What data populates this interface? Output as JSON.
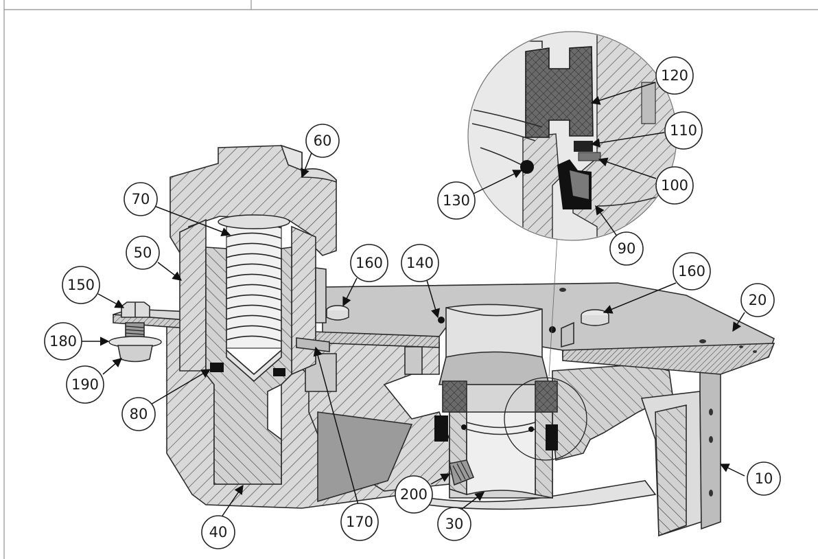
{
  "diagram": {
    "callouts": [
      {
        "id": "c60",
        "label": "60"
      },
      {
        "id": "c70",
        "label": "70"
      },
      {
        "id": "c50",
        "label": "50"
      },
      {
        "id": "c150",
        "label": "150"
      },
      {
        "id": "c180",
        "label": "180"
      },
      {
        "id": "c190",
        "label": "190"
      },
      {
        "id": "c80",
        "label": "80"
      },
      {
        "id": "c40",
        "label": "40"
      },
      {
        "id": "c170",
        "label": "170"
      },
      {
        "id": "c160a",
        "label": "160"
      },
      {
        "id": "c140",
        "label": "140"
      },
      {
        "id": "c160b",
        "label": "160"
      },
      {
        "id": "c20",
        "label": "20"
      },
      {
        "id": "c10",
        "label": "10"
      },
      {
        "id": "c30",
        "label": "30"
      },
      {
        "id": "c200",
        "label": "200"
      },
      {
        "id": "c120",
        "label": "120"
      },
      {
        "id": "c110",
        "label": "110"
      },
      {
        "id": "c100",
        "label": "100"
      },
      {
        "id": "c130",
        "label": "130"
      },
      {
        "id": "c90",
        "label": "90"
      }
    ]
  },
  "colors": {
    "frame": "#9a9a9a",
    "section_fill": "#d6d6d6",
    "light_fill": "#e6e6e6",
    "dark_fill": "#8e8e8e",
    "seal_fill": "#5e5e5e",
    "black": "#111111"
  }
}
